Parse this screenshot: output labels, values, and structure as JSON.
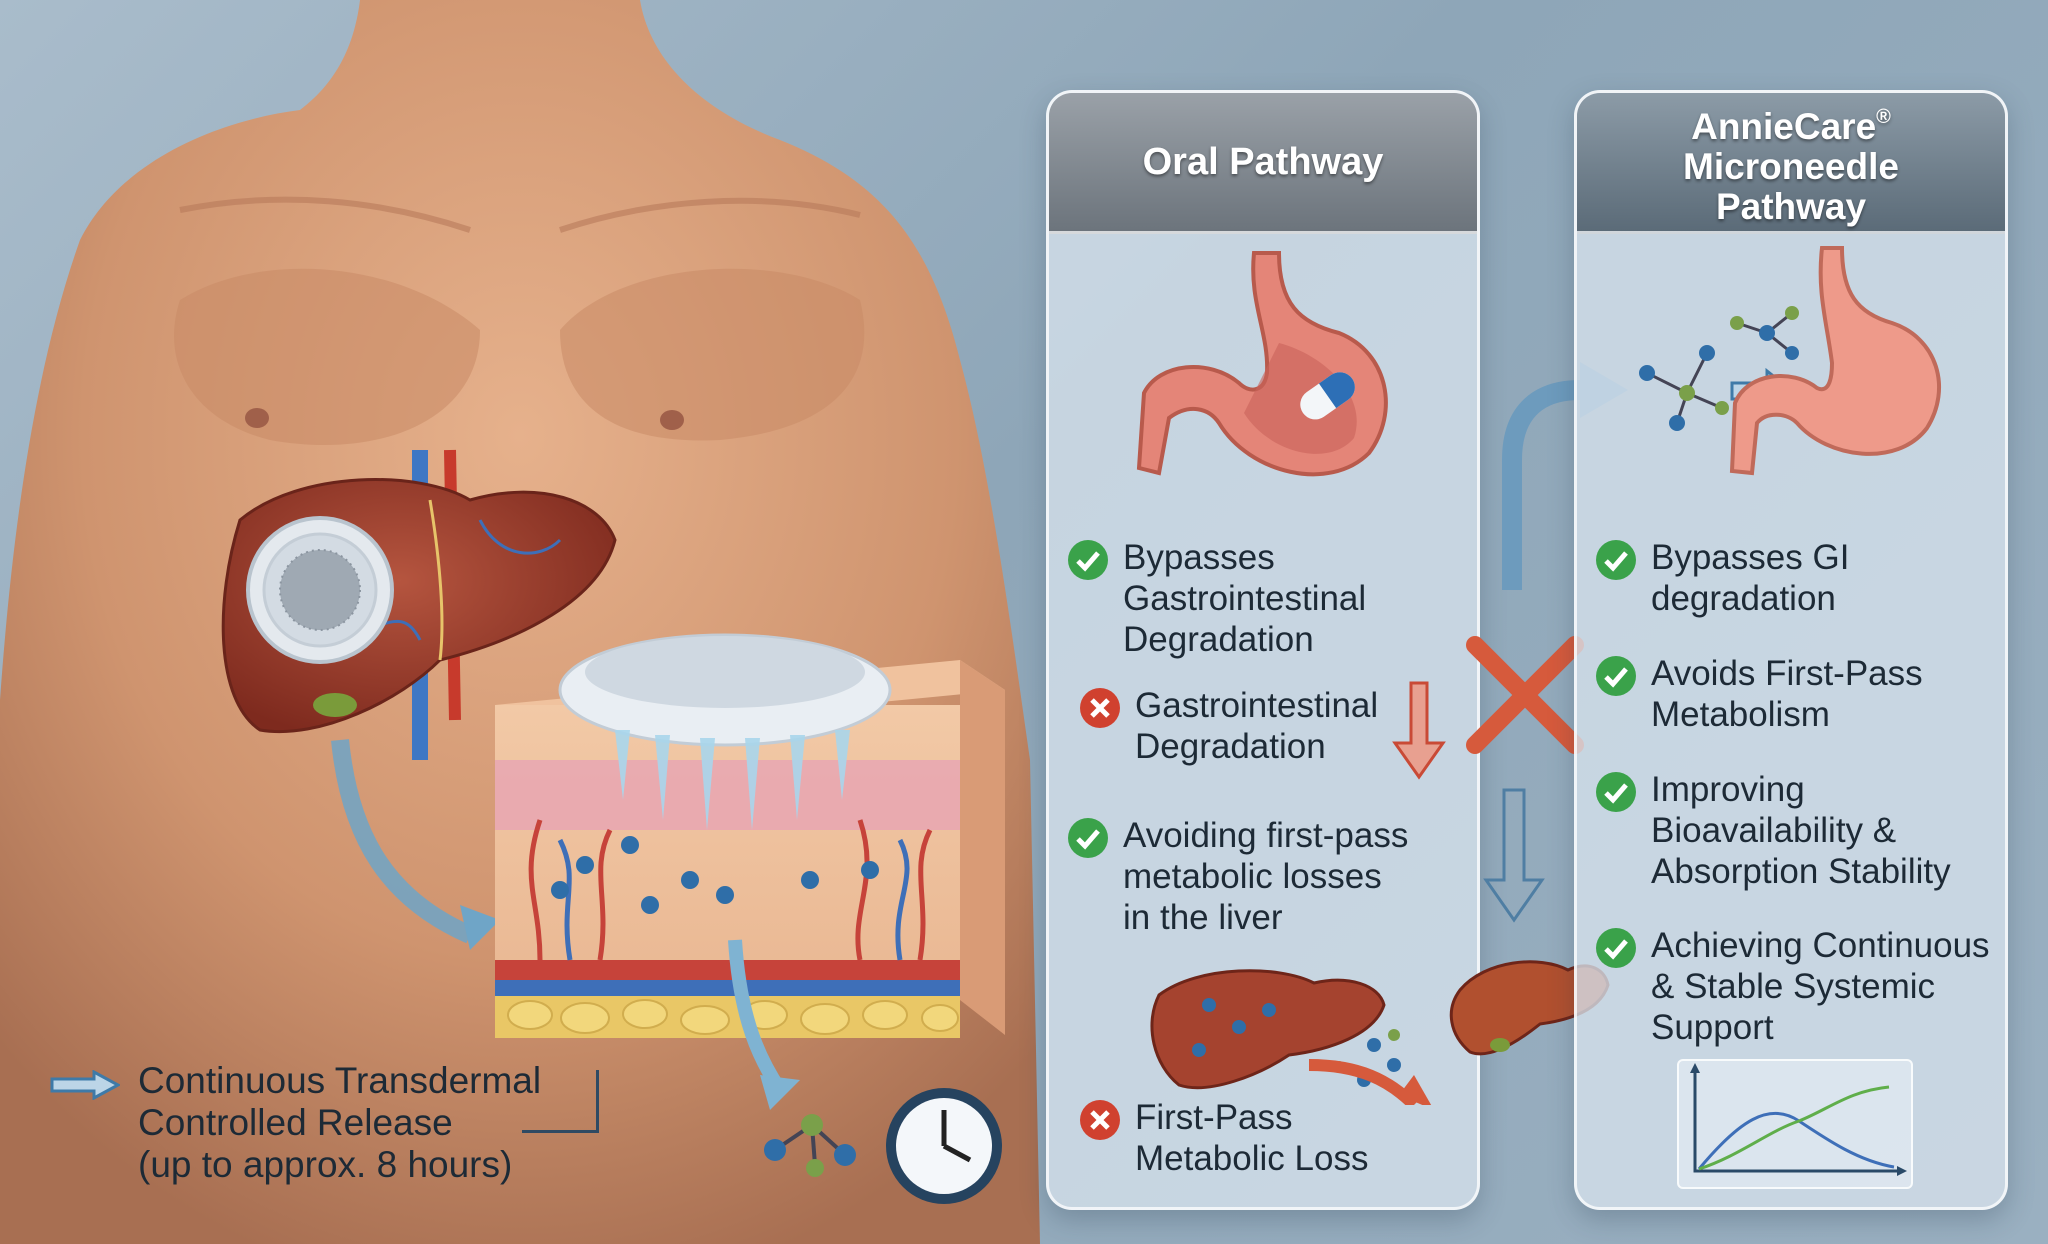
{
  "oral_panel": {
    "title": "Oral Pathway",
    "points": [
      {
        "status": "check",
        "lines": [
          "Bypasses",
          "Gastrointestinal",
          "Degradation"
        ]
      },
      {
        "status": "cross",
        "lines": [
          "Gastrointestinal",
          "Degradation"
        ]
      },
      {
        "status": "check",
        "lines": [
          "Avoiding first-pass",
          "metabolic losses",
          "in the liver"
        ]
      },
      {
        "status": "cross",
        "lines": [
          "First-Pass",
          "Metabolic Loss"
        ]
      }
    ]
  },
  "annie_panel": {
    "title_lines": [
      "AnnieCare",
      "Microneedle",
      "Pathway"
    ],
    "registered_mark": "®",
    "points": [
      {
        "status": "check",
        "lines": [
          "Bypasses GI",
          "degradation"
        ]
      },
      {
        "status": "check",
        "lines": [
          "Avoids First-Pass",
          "Metabolism"
        ]
      },
      {
        "status": "check",
        "lines": [
          "Improving",
          "Bioavailability &",
          "Absorption Stability"
        ]
      },
      {
        "status": "check",
        "lines": [
          "Achieving Continuous",
          "& Stable Systemic",
          "Support"
        ]
      }
    ]
  },
  "release_caption": {
    "lines": [
      "Continuous Transdermal",
      "Controlled Release",
      "(up to approx. 8 hours)"
    ]
  },
  "colors": {
    "check": "#3aa24a",
    "cross": "#d0412f",
    "arrow_blue": "#5b90b3",
    "arrow_red": "#d65a3c",
    "liver": "#9a3a2a"
  }
}
